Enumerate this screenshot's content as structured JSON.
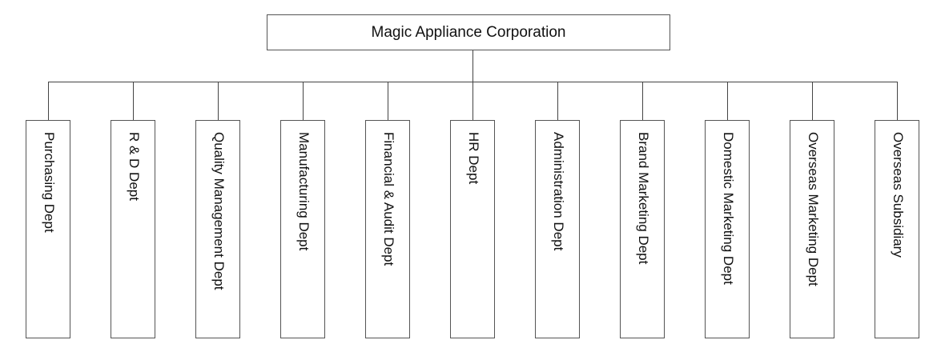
{
  "org_chart": {
    "root": {
      "label": "Magic Appliance Corporation"
    },
    "departments": [
      {
        "label": "Purchasing Dept"
      },
      {
        "label": "R & D Dept"
      },
      {
        "label": "Quality Management Dept"
      },
      {
        "label": "Manufacturing Dept"
      },
      {
        "label": "Financial & Audit Dept"
      },
      {
        "label": "HR Dept"
      },
      {
        "label": "Administration Dept"
      },
      {
        "label": "Brand Marketing Dept"
      },
      {
        "label": "Domestic Marketing Dept"
      },
      {
        "label": "Overseas Marketing Dept"
      },
      {
        "label": "Overseas Subsidiary"
      }
    ]
  }
}
